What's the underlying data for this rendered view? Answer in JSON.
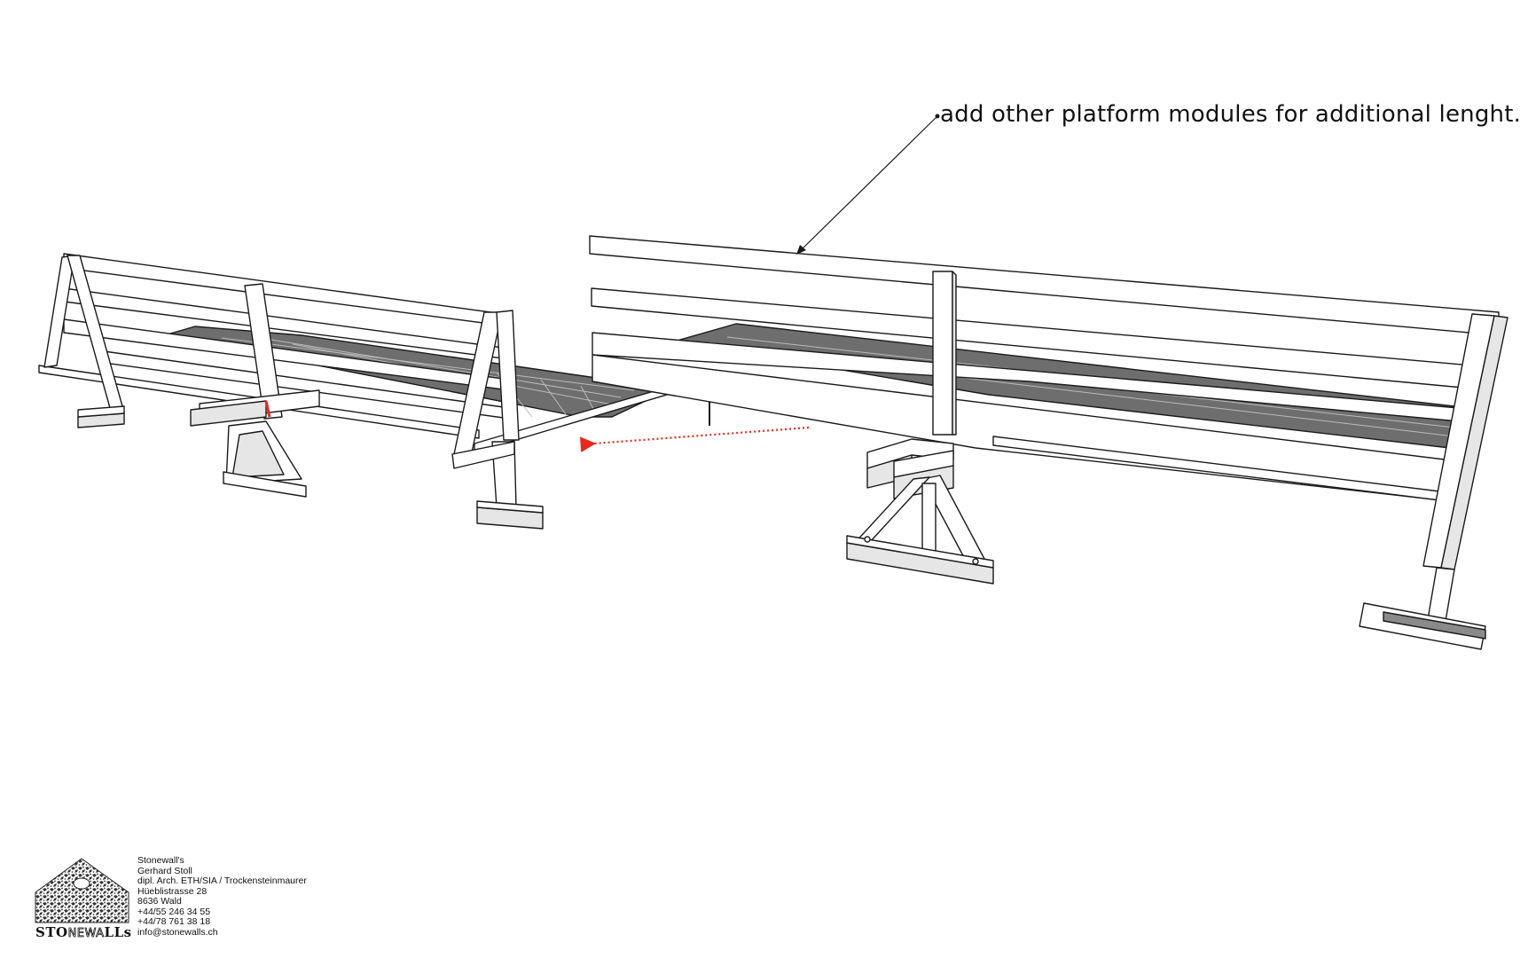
{
  "annotation": {
    "text": "add other platform modules for additional lenght."
  },
  "logo": {
    "word_part1": "STO",
    "word_part2": "NEWA",
    "word_part3": "LLs"
  },
  "contact": {
    "lines": [
      "Stonewall's",
      "Gerhard Stoll",
      "dipl. Arch. ETH/SIA / Trockensteinmaurer",
      "Hüeblistrasse 28",
      "8636 Wald",
      "+44/55 246 34 55",
      "+44/78 761 38 18",
      "info@stonewalls.ch"
    ]
  },
  "colors": {
    "wood": "#ffffff",
    "wood_shade": "#e6e6e6",
    "slats": "#6e6e6e",
    "outline": "#1a1a1a",
    "arrow": "#e8281e"
  }
}
